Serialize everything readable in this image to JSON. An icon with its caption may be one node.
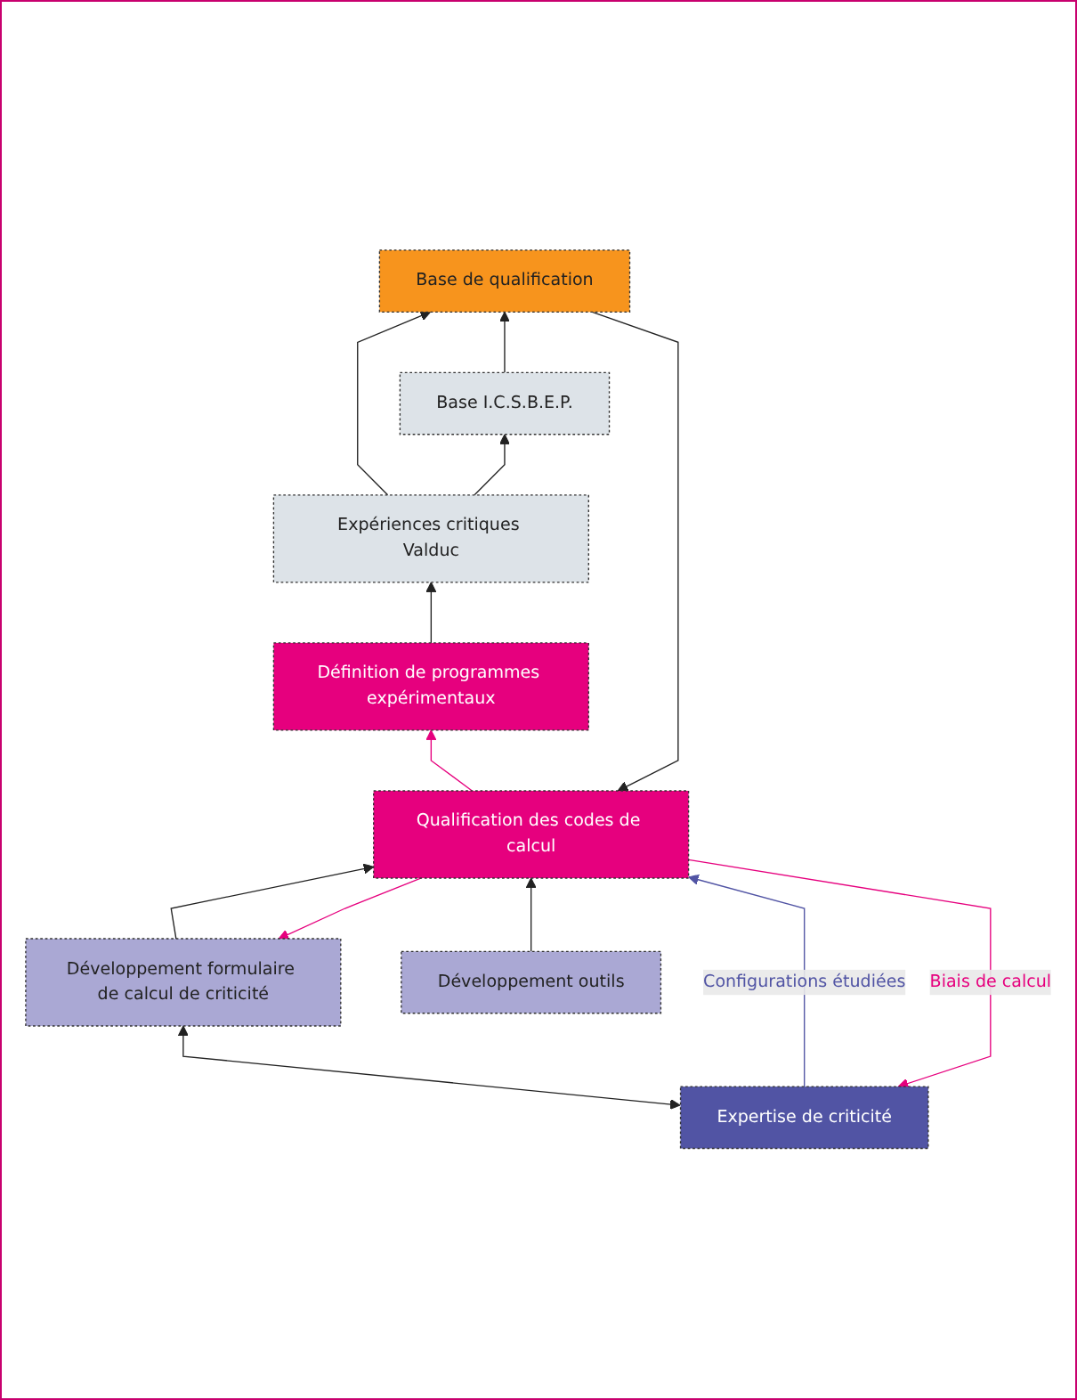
{
  "diagram": {
    "nodes": [
      {
        "text": [
          "Expertise de criticité"
        ]
      },
      {
        "text": [
          "Développement formulaire de calcul de criticité"
        ]
      },
      {
        "text": [
          "Qualification des codes de calcul"
        ]
      },
      {
        "text": [
          "Base de qualification"
        ]
      },
      {
        "text": [
          "Développement outils"
        ]
      },
      {
        "text": [
          "Base I.C.S.B.E.P."
        ]
      },
      {
        "text": [
          "Expériences critiques Valduc"
        ]
      },
      {
        "text": [
          "Définition de programmes expérimentaux"
        ]
      }
    ],
    "edges": [
      {
        "from": 0,
        "to": 1,
        "arrow": "both"
      },
      {
        "from": 0,
        "to": 2,
        "arrow": "to",
        "label": "Configurations étudiées",
        "color": "#5154a4"
      },
      {
        "from": 2,
        "to": 0,
        "arrow": "to",
        "label": "Biais de calcul",
        "color": "#e6007e"
      },
      {
        "from": 1,
        "to": 2,
        "arrow": "to"
      },
      {
        "from": 2,
        "to": 1,
        "arrow": "to",
        "color": "#e6007e"
      },
      {
        "from": 2,
        "to": 7,
        "arrow": "to",
        "color": "#e6007e"
      },
      {
        "from": 3,
        "to": 2,
        "arrow": "to"
      },
      {
        "from": 4,
        "to": 2,
        "arrow": "to"
      },
      {
        "from": 5,
        "to": 3,
        "arrow": "to"
      },
      {
        "from": 6,
        "to": 3,
        "arrow": "to"
      },
      {
        "from": 6,
        "to": 5,
        "arrow": "to"
      },
      {
        "from": 7,
        "to": 6,
        "arrow": "to"
      }
    ]
  }
}
